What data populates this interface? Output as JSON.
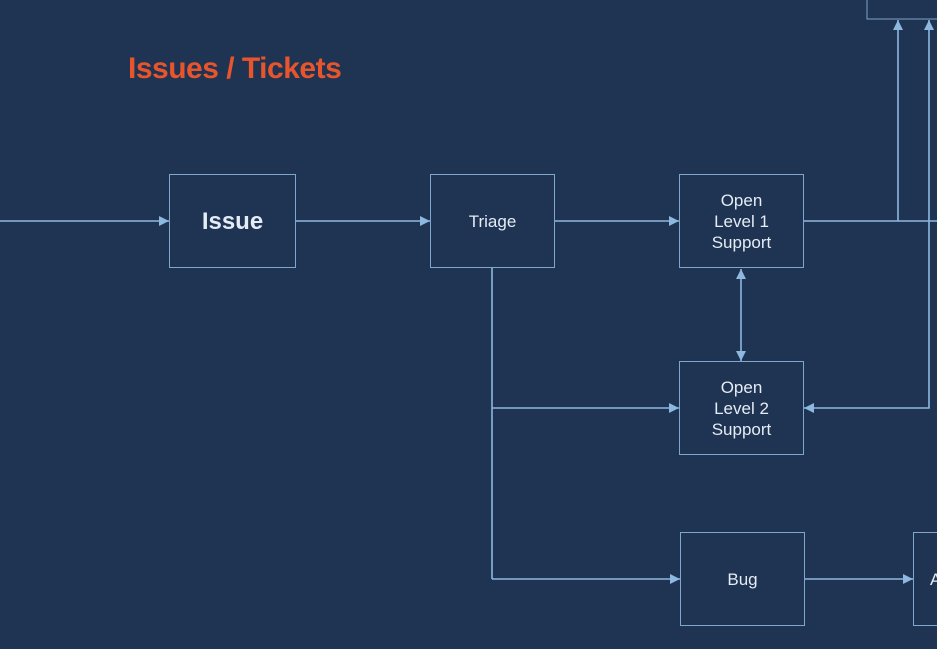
{
  "title": "Issues / Tickets",
  "colors": {
    "background": "#1f3352",
    "title": "#e8552c",
    "line": "#8db8e0",
    "node_border": "#7fa6cc",
    "node_text": "#e4ecf4"
  },
  "nodes": {
    "issue": "Issue",
    "triage": "Triage",
    "open_level_1": "Open\nLevel 1\nSupport",
    "open_level_2": "Open\nLevel 2\nSupport",
    "bug": "Bug",
    "offscreen_right": "A"
  },
  "edges": [
    {
      "from": "entry",
      "to": "issue"
    },
    {
      "from": "issue",
      "to": "triage"
    },
    {
      "from": "triage",
      "to": "open_level_1"
    },
    {
      "from": "triage",
      "to": "open_level_2"
    },
    {
      "from": "triage",
      "to": "bug"
    },
    {
      "from": "open_level_1",
      "to": "open_level_2",
      "bidirectional": true
    },
    {
      "from": "open_level_1",
      "to": "offscreen_top"
    },
    {
      "from": "offscreen_top",
      "to": "open_level_2"
    },
    {
      "from": "bug",
      "to": "offscreen_right"
    }
  ]
}
